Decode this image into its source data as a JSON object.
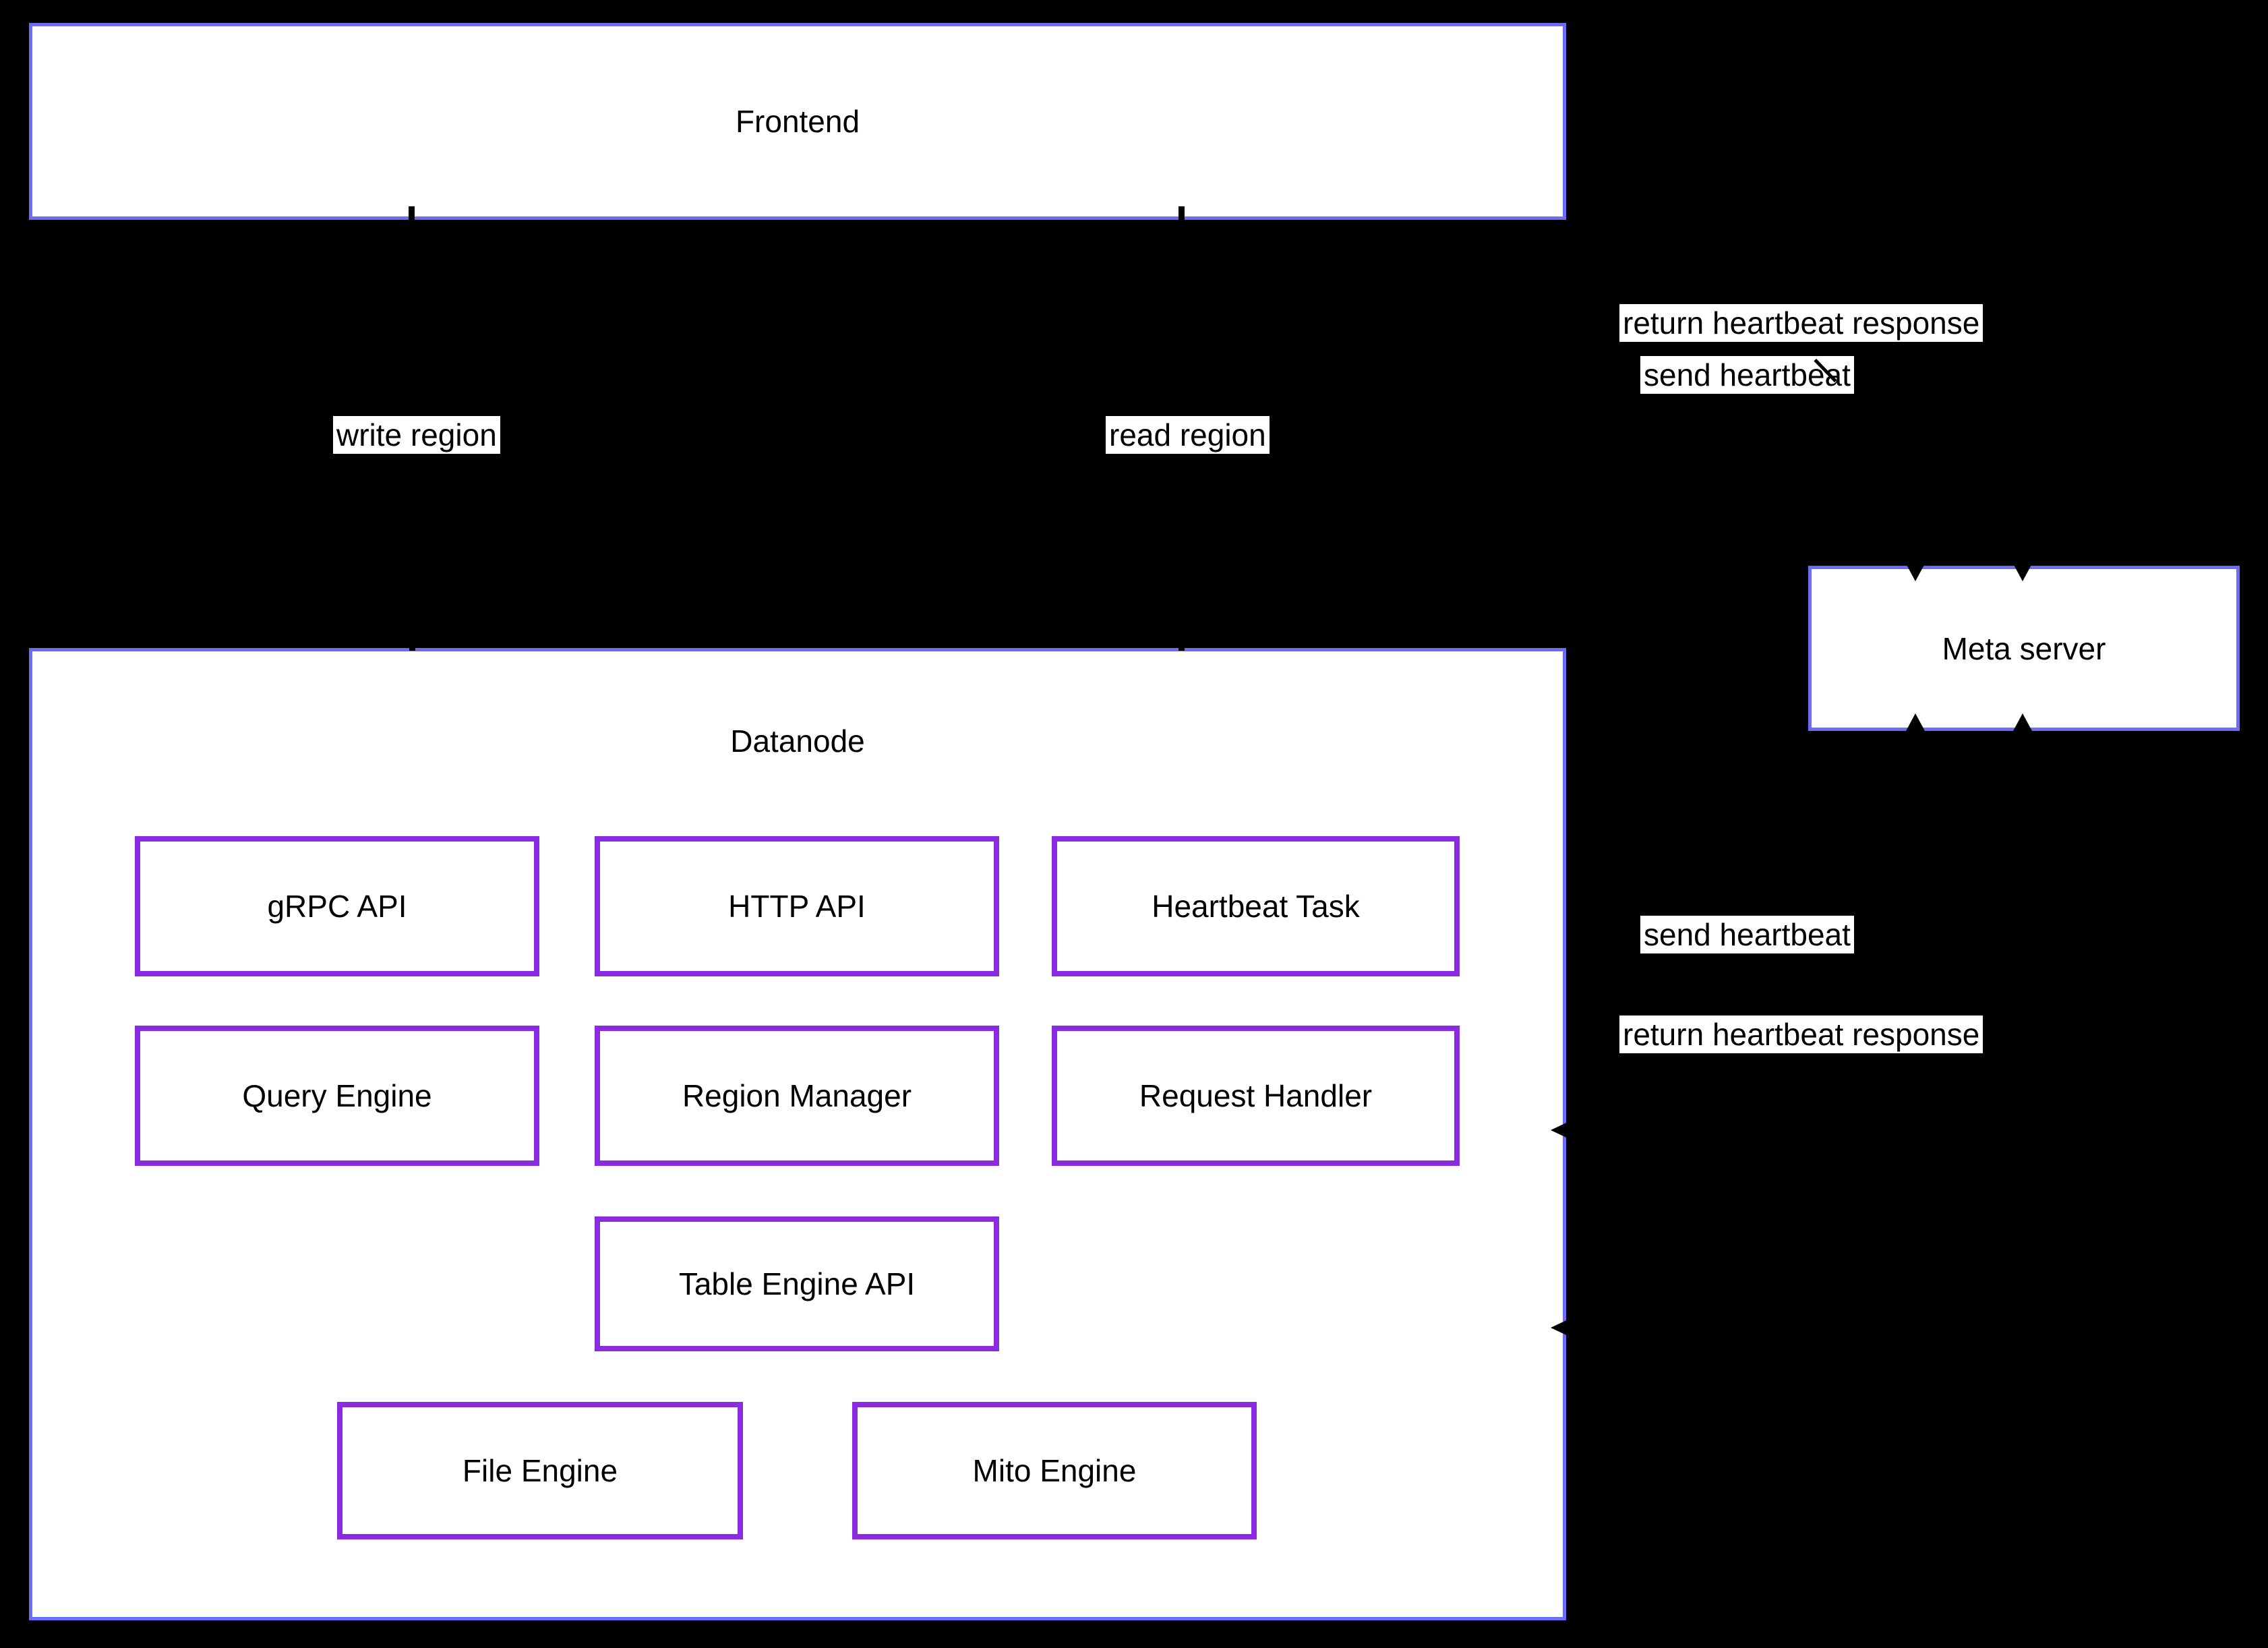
{
  "colors": {
    "background": "#000000",
    "node_fill": "#ffffff",
    "node_border": "#6c6cf5",
    "component_border": "#8a2be2",
    "text": "#000000",
    "edge_label_bg": "#ffffff",
    "edge_color": "#000000"
  },
  "nodes": {
    "frontend": {
      "label": "Frontend"
    },
    "datanode": {
      "label": "Datanode"
    },
    "meta_server": {
      "label": "Meta server"
    }
  },
  "datanode_components": [
    {
      "id": "grpc-api",
      "label": "gRPC API"
    },
    {
      "id": "http-api",
      "label": "HTTP API"
    },
    {
      "id": "heartbeat-task",
      "label": "Heartbeat Task"
    },
    {
      "id": "query-engine",
      "label": "Query Engine"
    },
    {
      "id": "region-manager",
      "label": "Region Manager"
    },
    {
      "id": "request-handler",
      "label": "Request Handler"
    },
    {
      "id": "table-engine-api",
      "label": "Table Engine API"
    },
    {
      "id": "file-engine",
      "label": "File Engine"
    },
    {
      "id": "mito-engine",
      "label": "Mito Engine"
    }
  ],
  "edge_labels": {
    "frontend_write_region": {
      "label": "write region"
    },
    "frontend_read_region": {
      "label": "read region"
    },
    "meta_frontend_return": {
      "label": "return heartbeat response"
    },
    "frontend_meta_send": {
      "label": "send heartbeat"
    },
    "datanode_meta_send": {
      "label": "send heartbeat"
    },
    "meta_datanode_return": {
      "label": "return heartbeat response"
    }
  }
}
